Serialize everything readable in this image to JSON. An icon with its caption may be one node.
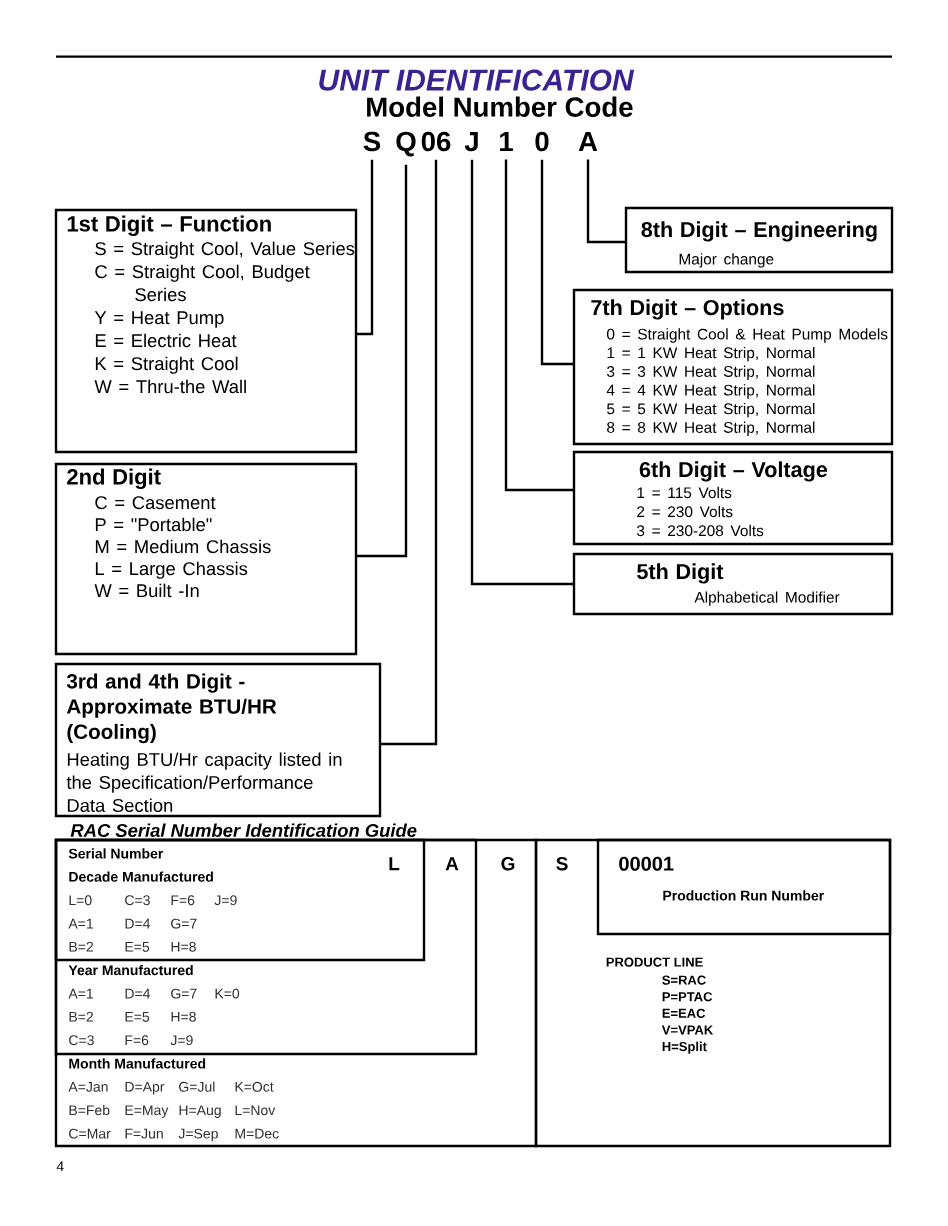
{
  "diagram": {
    "title": "UNIT IDENTIFICATION",
    "nodes": [
      {
        "text": [
          "S"
        ]
      },
      {
        "text": [
          "Q"
        ]
      },
      {
        "text": [
          "06"
        ]
      },
      {
        "text": [
          "J"
        ]
      },
      {
        "text": [
          "1"
        ]
      },
      {
        "text": [
          "0"
        ]
      },
      {
        "text": [
          "A"
        ]
      },
      {
        "text": [
          "1st Digit – Function",
          "S = Straight Cool, Value Series",
          "C = Straight Cool, Budget Series",
          "Y = Heat Pump",
          "E = Electric Heat",
          "K = Straight Cool",
          "W = Thru-the Wall"
        ]
      },
      {
        "text": [
          "2nd Digit",
          "C = Casement",
          "P = \"Portable\"",
          "M = Medium Chassis",
          "L = Large Chassis",
          "W = Built -In"
        ]
      },
      {
        "text": [
          "3rd and 4th Digit - Approximate BTU/HR (Cooling)",
          "Heating BTU/Hr capacity listed in the Specification/Performance Data Section"
        ]
      },
      {
        "text": [
          "8th Digit – Engineering",
          "Major change"
        ]
      },
      {
        "text": [
          "7th Digit – Options",
          "0 = Straight Cool & Heat Pump Models",
          "1 = 1 KW Heat Strip, Normal",
          "3 = 3 KW Heat Strip, Normal",
          "4 = 4 KW Heat Strip, Normal",
          "5 = 5 KW Heat Strip, Normal",
          "8 = 8 KW Heat Strip, Normal"
        ]
      },
      {
        "text": [
          "6th Digit – Voltage",
          "1 = 115 Volts",
          "2 = 230 Volts",
          "3 = 230-208 Volts"
        ]
      },
      {
        "text": [
          "5th Digit",
          "Alphabetical Modifier"
        ]
      },
      {
        "text": [
          "G",
          "Month Manufactured",
          "A=Jan",
          "D=Apr",
          "G=Jul",
          "K=Oct",
          "B=Feb",
          "E=May",
          "H=Aug",
          "L=Nov",
          "C=Mar",
          "F=Jun",
          "J=Sep",
          "M=Dec"
        ]
      },
      {
        "text": [
          "A",
          "Year Manufactured",
          "A=1",
          "D=4",
          "G=7",
          "K=0",
          "B=2",
          "E=5",
          "H=8",
          "C=3",
          "F=6",
          "J=9"
        ],
        "in": 14
      },
      {
        "text": [
          "Serial Number",
          "L",
          "Decade Manufactured",
          "L=0",
          "C=3",
          "F=6",
          "J=9",
          "A=1",
          "D=4",
          "G=7",
          "B=2",
          "E=5",
          "H=8"
        ],
        "in": 15
      },
      {
        "text": [
          "S",
          "PRODUCT LINE",
          "S=RAC",
          "P=PTAC",
          "E=EAC",
          "V=VPAK",
          "H=Split"
        ]
      },
      {
        "text": [
          "00001",
          "Production Run Number"
        ],
        "in": 17
      }
    ],
    "edges": [
      {
        "from": 0,
        "to": 7,
        "arrow": "none"
      },
      {
        "from": 1,
        "to": 8,
        "arrow": "none"
      },
      {
        "from": 2,
        "to": 9,
        "arrow": "none"
      },
      {
        "from": 3,
        "to": 13,
        "arrow": "none"
      },
      {
        "from": 4,
        "to": 12,
        "arrow": "none"
      },
      {
        "from": 5,
        "to": 11,
        "arrow": "none"
      },
      {
        "from": 6,
        "to": 10,
        "arrow": "none"
      }
    ],
    "labels": [
      "Model Number Code",
      "RAC Serial Number Identification Guide",
      "4"
    ]
  }
}
